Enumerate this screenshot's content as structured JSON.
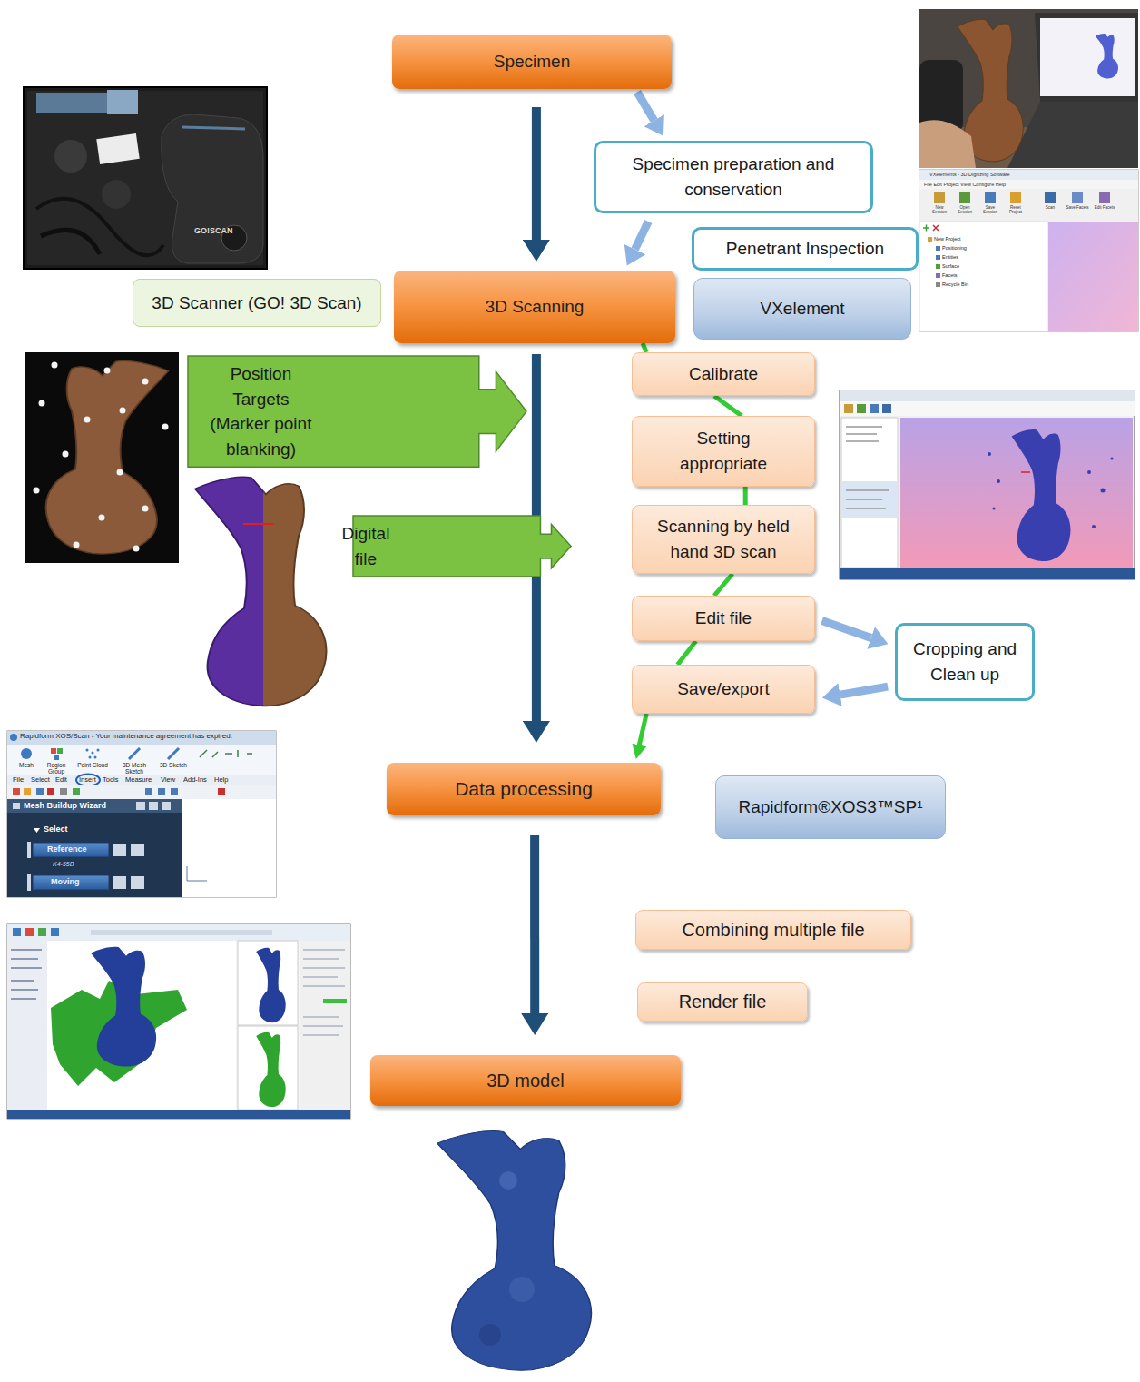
{
  "diagram": {
    "nodes": [
      {
        "text": [
          "Specimen"
        ]
      },
      {
        "text": [
          "Specimen preparation and conservation"
        ]
      },
      {
        "text": [
          "Penetrant Inspection"
        ]
      },
      {
        "text": [
          "3D Scanner (GO! 3D Scan)"
        ]
      },
      {
        "text": [
          "3D Scanning"
        ]
      },
      {
        "text": [
          "VXelement"
        ]
      },
      {
        "text": [
          "Position Targets (Marker point blanking)"
        ]
      },
      {
        "text": [
          "Calibrate"
        ]
      },
      {
        "text": [
          "Setting appropriate"
        ]
      },
      {
        "text": [
          "Scanning by held hand 3D scan"
        ]
      },
      {
        "text": [
          "Digital file"
        ]
      },
      {
        "text": [
          "Edit file"
        ]
      },
      {
        "text": [
          "Cropping and Clean up"
        ]
      },
      {
        "text": [
          "Save/export"
        ]
      },
      {
        "text": [
          "Data processing"
        ]
      },
      {
        "text": [
          "Rapidform®XOS3™SP¹"
        ]
      },
      {
        "text": [
          "Combining multiple file"
        ]
      },
      {
        "text": [
          "Render file"
        ]
      },
      {
        "text": [
          "3D model"
        ]
      }
    ],
    "edges": [
      {
        "from": 0,
        "to": 4,
        "arrow": "to"
      },
      {
        "from": 0,
        "to": 1,
        "arrow": "to"
      },
      {
        "from": 1,
        "to": 4,
        "arrow": "to"
      },
      {
        "from": 4,
        "to": 14,
        "arrow": "to"
      },
      {
        "from": 4,
        "to": 7,
        "arrow": "none"
      },
      {
        "from": 7,
        "to": 8,
        "arrow": "none"
      },
      {
        "from": 8,
        "to": 9,
        "arrow": "none"
      },
      {
        "from": 9,
        "to": 11,
        "arrow": "none"
      },
      {
        "from": 11,
        "to": 13,
        "arrow": "none"
      },
      {
        "from": 13,
        "to": 14,
        "arrow": "to"
      },
      {
        "from": 11,
        "to": 12,
        "arrow": "to"
      },
      {
        "from": 12,
        "to": 13,
        "arrow": "to"
      },
      {
        "from": 14,
        "to": 18,
        "arrow": "to"
      }
    ],
    "labels": [
      "Rapidform XOS/Scan - Your maintenance agreement has expired.",
      "Mesh",
      "Region Group",
      "Point Cloud",
      "3D Mesh Sketch",
      "3D Sketch",
      "File",
      "Select",
      "Edit",
      "Insert",
      "Tools",
      "Measure",
      "View",
      "Add-Ins",
      "Help",
      "Mesh Buildup Wizard",
      "Select",
      "Reference",
      "K4-55B",
      "Moving",
      "VXelements - 3D Digitizing Software",
      "File Edit Project View Configure Help",
      "New Session",
      "Open Session",
      "Save Session",
      "Reset Project",
      "Scan",
      "Save Facets",
      "Edit Facets",
      "New Project",
      "Positioning",
      "Entities",
      "Surface",
      "Facets",
      "Recycle Bin",
      "GO!SCAN"
    ]
  }
}
